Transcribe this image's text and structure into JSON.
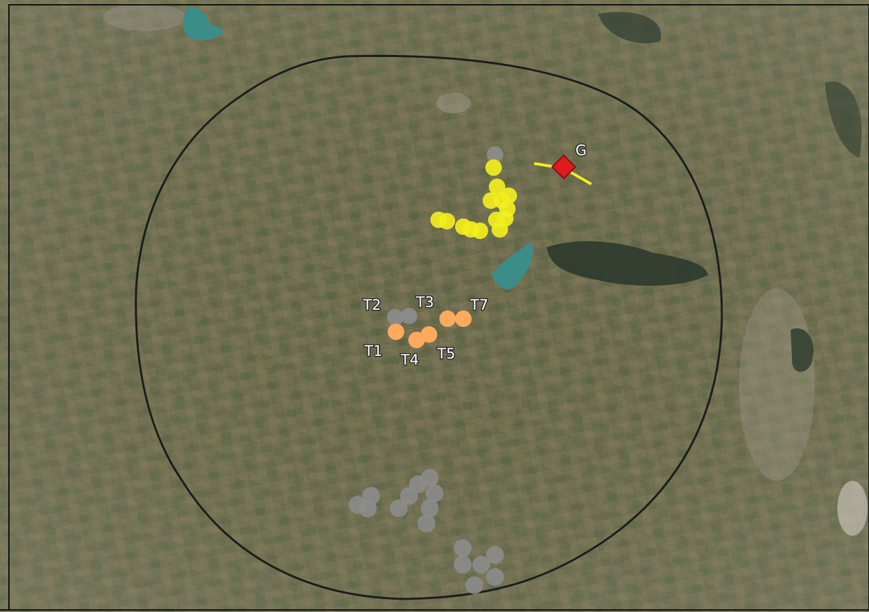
{
  "colors": {
    "frame": "#111111",
    "study_area_outline": "#1c1c1c",
    "group_yellow": "#f2ee1e",
    "group_orange": "#ffa95e",
    "group_grey": "#8d8d8d",
    "site_marker": "#e01b1b",
    "site_line": "#f6ec1a",
    "water": "#3b8d8a",
    "forest": "#2c3a2d",
    "label_text": "#ffffff",
    "label_halo": "#2a2a2a"
  },
  "basemap": {
    "kind": "satellite imagery, agricultural fields"
  },
  "labels": {
    "site_marker": "G",
    "T1": "T1",
    "T2": "T2",
    "T3": "T3",
    "T4": "T4",
    "T5": "T5",
    "T7": "T7"
  },
  "icons": {
    "site_marker": "diamond-marker-icon",
    "turbine": "circle-marker-icon"
  }
}
